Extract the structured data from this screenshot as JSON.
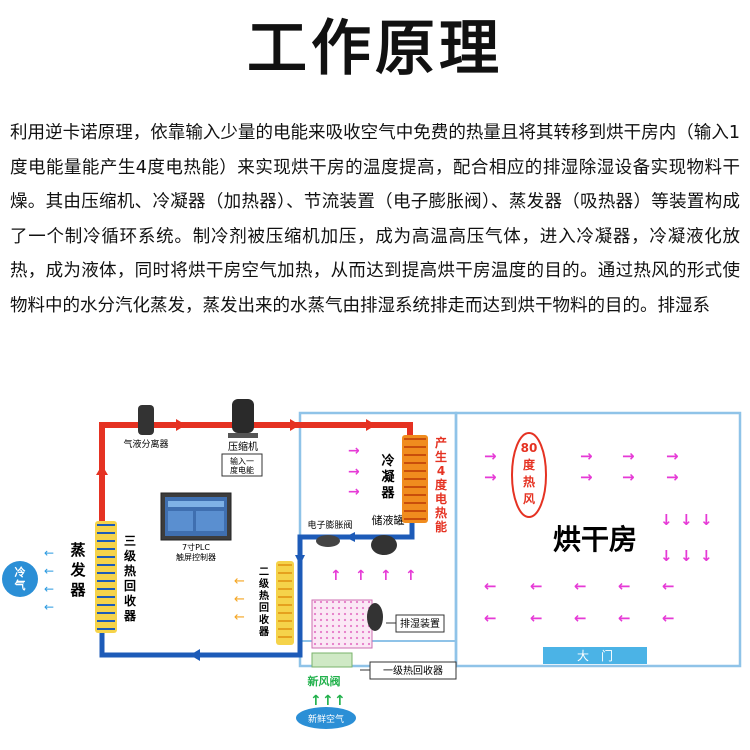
{
  "title": "工作原理",
  "paragraph": "利用逆卡诺原理，依靠输入少量的电能来吸收空气中免费的热量且将其转移到烘干房内（输入1度电能量能产生4度电热能）来实现烘干房的温度提高，配合相应的排湿除湿设备实现物料干燥。其由压缩机、冷凝器（加热器）、节流装置（电子膨胀阀）、蒸发器（吸热器）等装置构成了一个制冷循环系统。制冷剂被压缩机加压，成为高温高压气体，进入冷凝器，冷凝液化放热，成为液体，同时将烘干房空气加热，从而达到提高烘干房温度的目的。通过热风的形式使物料中的水分汽化蒸发，蒸发出来的水蒸气由排湿系统排走而达到烘干物料的目的。排湿系",
  "diagram": {
    "gas_liquid_separator": "气液分离器",
    "compressor": "压缩机",
    "compressor_input": [
      "输入一",
      "度电能"
    ],
    "controller": [
      "7寸PLC",
      "触屏控制器"
    ],
    "evaporator": [
      "蒸",
      "发",
      "器"
    ],
    "cold_air": [
      "冷",
      "气"
    ],
    "heat_recovery_3": [
      "三",
      "级",
      "热",
      "回",
      "收",
      "器"
    ],
    "heat_recovery_2": [
      "二",
      "级",
      "热",
      "回",
      "收",
      "器"
    ],
    "heat_recovery_1": "一级热回收器",
    "expansion_valve": "电子膨胀阀",
    "receiver": "储液罐",
    "condenser": [
      "冷",
      "凝",
      "器"
    ],
    "produce_heat": [
      "产",
      "生",
      "4",
      "度",
      "电",
      "热",
      "能"
    ],
    "hot_air_80": [
      "80",
      "度",
      "热",
      "风"
    ],
    "drying_room": "烘干房",
    "dehumid": "排湿装置",
    "fresh_air_valve": "新风阀",
    "fresh_air": "新鲜空气",
    "gate": "大　门"
  },
  "colors": {
    "hot_pipe": "#e53222",
    "cold_pipe": "#1d5bb8",
    "room_border": "#8fc3e8",
    "arrow_pink": "#e63ad6",
    "arrow_orange": "#f5a623",
    "arrow_blue": "#2b9ae0",
    "arrow_green": "#22b14c",
    "coil_yellow": "#f5d34a",
    "coil_orange": "#f08c1e"
  }
}
